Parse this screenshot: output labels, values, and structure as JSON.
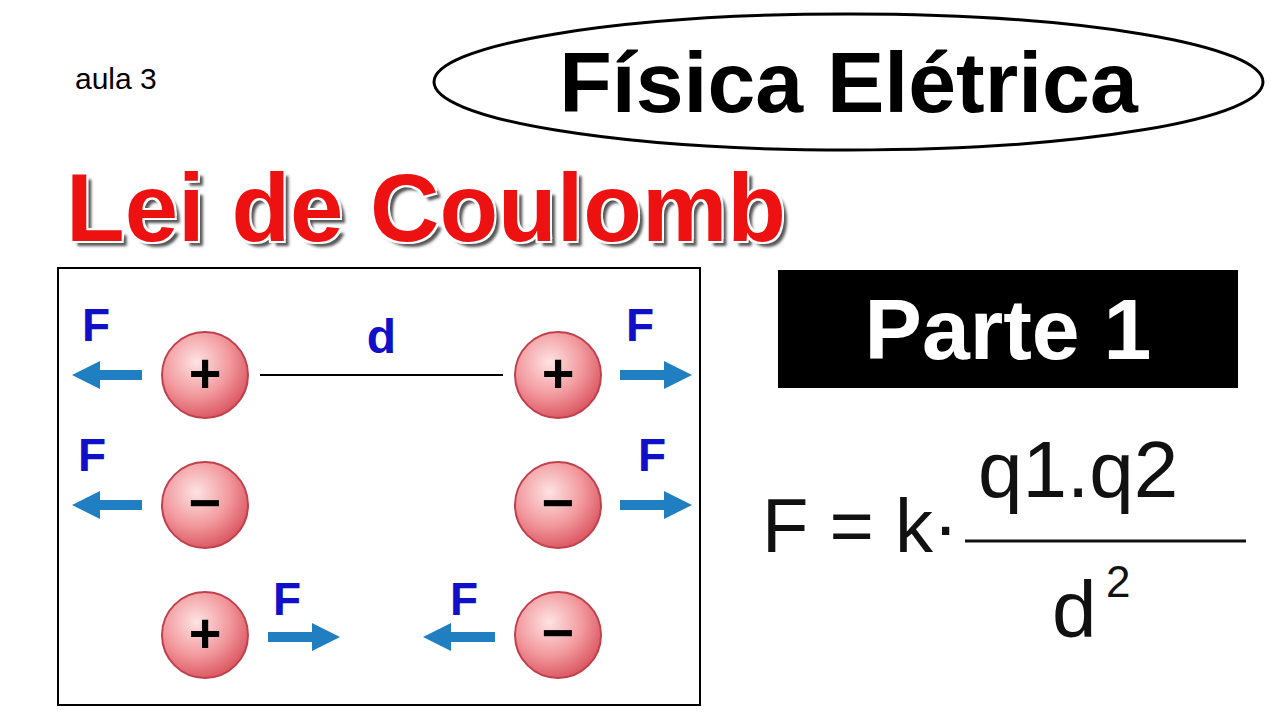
{
  "diagram": {
    "title": "Lei de Coulomb",
    "nodes": [
      {
        "text": [
          "Física Elétrica"
        ]
      },
      {
        "text": [
          "+"
        ]
      },
      {
        "text": [
          "+"
        ]
      },
      {
        "text": [
          "Parte 1"
        ]
      },
      {
        "text": [
          "−"
        ]
      },
      {
        "text": [
          "−"
        ]
      },
      {
        "text": [
          "+"
        ]
      },
      {
        "text": [
          "−"
        ]
      }
    ],
    "edges": [
      {
        "from": 1,
        "to": 2,
        "arrow": "none",
        "label": "d"
      }
    ],
    "labels": [
      "aula 3",
      "F",
      "F",
      "F",
      "F",
      "F",
      "F",
      "F = k·",
      "q1.q2",
      "d",
      "2"
    ]
  }
}
